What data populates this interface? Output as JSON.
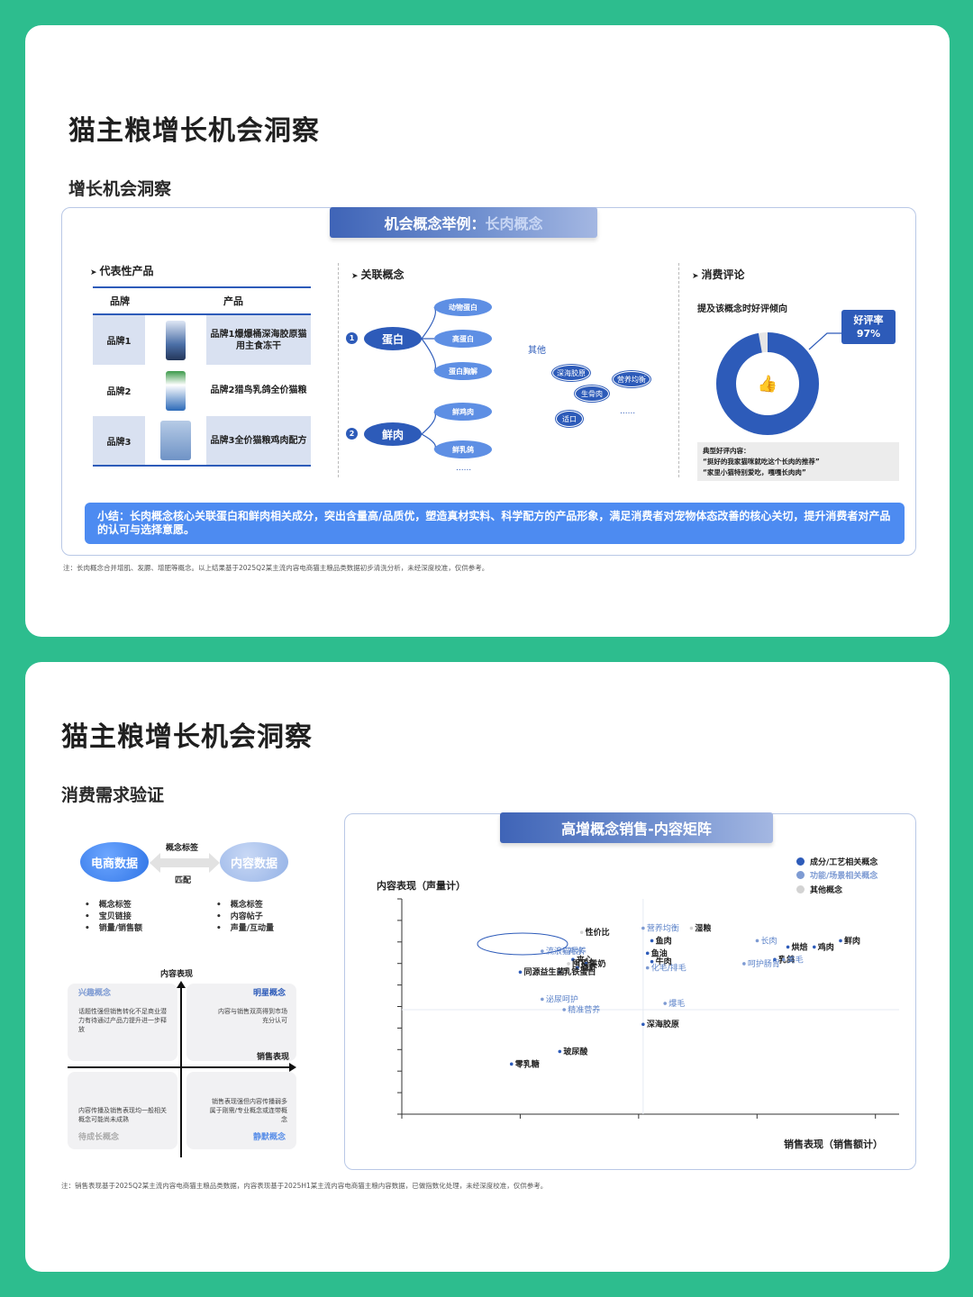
{
  "slide1": {
    "title": "猫主粮增长机会洞察",
    "subtitle": "增长机会洞察",
    "banner_prefix": "机会概念举例：",
    "banner_highlight": "长肉概念",
    "products_section": "代表性产品",
    "table": {
      "headers": [
        "品牌",
        "产品"
      ],
      "rows": [
        {
          "brand": "品牌1",
          "product": "品牌1爆爆桶深海胶原猫用主食冻干"
        },
        {
          "brand": "品牌2",
          "product": "品牌2猎鸟乳鸽全价猫粮"
        },
        {
          "brand": "品牌3",
          "product": "品牌3全价猫粮鸡肉配方"
        }
      ]
    },
    "concepts_section": "关联概念",
    "concepts": {
      "group1": {
        "num": "1",
        "main": "蛋白",
        "subs": [
          "动物蛋白",
          "高蛋白",
          "蛋白胸解"
        ]
      },
      "group2": {
        "num": "2",
        "main": "鲜肉",
        "subs": [
          "鲜鸡肉",
          "鲜乳鸽"
        ],
        "more": "......"
      },
      "other_label": "其他",
      "other_items": [
        "深海胶原",
        "营养均衡",
        "生骨肉",
        "适口"
      ],
      "other_more": "......"
    },
    "reviews_section": "消费评论",
    "review_subtitle": "提及该概念时好评倾向",
    "rating_label": "好评率",
    "rating_value": "97%",
    "rating_fraction": 0.97,
    "typical_title": "典型好评内容：",
    "typical_lines": [
      "“挺好的我家猫咪就吃这个长肉的推荐”",
      "“家里小猫特别爱吃，嘎嘎长肉肉”"
    ],
    "summary": "小结：长肉概念核心关联蛋白和鲜肉相关成分，突出含量高/品质优，塑造真材实料、科学配方的产品形象，满足消费者对宠物体态改善的核心关切，提升消费者对产品的认可与选择意愿。",
    "note": "注：长肉概念合并增肌、发腮、增肥等概念。以上结果基于2025Q2某主流内容电商猫主粮品类数据初步清洗分析，未经深度校准，仅供参考。"
  },
  "slide2": {
    "title": "猫主粮增长机会洞察",
    "subtitle": "消费需求验证",
    "ecom": "电商数据",
    "content": "内容数据",
    "match_top": "概念标签",
    "match_bottom": "匹配",
    "ecom_list": [
      "概念标签",
      "宝贝链接",
      "销量/销售额"
    ],
    "content_list": [
      "概念标签",
      "内容帖子",
      "声量/互动量"
    ],
    "axis_y": "内容表现",
    "axis_x": "销售表现",
    "quadrants": {
      "tl_title": "兴趣概念",
      "tl_text": "话题性强但销售转化不足商业潜力有待通过产品力提升进一步释放",
      "tr_title": "明星概念",
      "tr_text": "内容与销售双高得到市场充分认可",
      "bl_title": "待成长概念",
      "bl_text": "内容传播及销售表现均一般相关概念可能尚未成熟",
      "br_title": "静默概念",
      "br_text": "销售表现强但内容传播弱多属于刚需/专业概念或连带概念"
    },
    "note": "注：销售表现基于2025Q2某主流内容电商猫主粮品类数据，内容表现基于2025H1某主流内容电商猫主粮内容数据，已做指数化处理，未经深度校准，仅供参考。"
  },
  "chart_data": {
    "type": "scatter",
    "title": "高增概念销售-内容矩阵",
    "xlabel": "销售表现（销售额计）",
    "ylabel": "内容表现（声量计）",
    "legend": [
      "成分/工艺相关概念",
      "功能/场景相关概念",
      "其他概念"
    ],
    "legend_position": "top-right",
    "colors": {
      "成分/工艺相关概念": "#2d5bb9",
      "功能/场景相关概念": "#7e9bd3",
      "其他概念": "#d3d3d3"
    },
    "xlim": [
      0,
      1
    ],
    "ylim": [
      0,
      1
    ],
    "points": [
      {
        "label": "性价比",
        "x": 0.41,
        "y": 0.87,
        "category": "其他概念"
      },
      {
        "label": "营养均衡",
        "x": 0.55,
        "y": 0.89,
        "category": "功能/场景相关概念"
      },
      {
        "label": "湿粮",
        "x": 0.66,
        "y": 0.89,
        "category": "其他概念"
      },
      {
        "label": "鱼肉",
        "x": 0.57,
        "y": 0.83,
        "category": "成分/工艺相关概念"
      },
      {
        "label": "长肉",
        "x": 0.81,
        "y": 0.83,
        "category": "功能/场景相关概念"
      },
      {
        "label": "鲜肉",
        "x": 1.0,
        "y": 0.83,
        "category": "成分/工艺相关概念"
      },
      {
        "label": "烘焙",
        "x": 0.88,
        "y": 0.8,
        "category": "成分/工艺相关概念"
      },
      {
        "label": "鸡肉",
        "x": 0.94,
        "y": 0.8,
        "category": "成分/工艺相关概念"
      },
      {
        "label": "流浪猫喂养",
        "x": 0.32,
        "y": 0.78,
        "category": "功能/场景相关概念"
      },
      {
        "label": "补水",
        "x": 0.37,
        "y": 0.78,
        "category": "功能/场景相关概念"
      },
      {
        "label": "鱼油",
        "x": 0.56,
        "y": 0.77,
        "category": "成分/工艺相关概念"
      },
      {
        "label": "夹心",
        "x": 0.39,
        "y": 0.74,
        "category": "成分/工艺相关概念"
      },
      {
        "label": "乳鸽",
        "x": 0.85,
        "y": 0.74,
        "category": "成分/工艺相关概念"
      },
      {
        "label": "美毛",
        "x": 0.87,
        "y": 0.74,
        "category": "功能/场景相关概念"
      },
      {
        "label": "牛肉",
        "x": 0.57,
        "y": 0.73,
        "category": "成分/工艺相关概念"
      },
      {
        "label": "囤货装",
        "x": 0.38,
        "y": 0.72,
        "category": "其他概念"
      },
      {
        "label": "羊奶",
        "x": 0.42,
        "y": 0.72,
        "category": "成分/工艺相关概念"
      },
      {
        "label": "呵护肠胃",
        "x": 0.78,
        "y": 0.72,
        "category": "功能/场景相关概念"
      },
      {
        "label": "化毛/排毛",
        "x": 0.56,
        "y": 0.7,
        "category": "功能/场景相关概念"
      },
      {
        "label": "磷虾",
        "x": 0.4,
        "y": 0.7,
        "category": "成分/工艺相关概念"
      },
      {
        "label": "乳铁蛋白",
        "x": 0.36,
        "y": 0.68,
        "category": "成分/工艺相关概念"
      },
      {
        "label": "同源益生菌",
        "x": 0.27,
        "y": 0.68,
        "category": "成分/工艺相关概念"
      },
      {
        "label": "泌尿呵护",
        "x": 0.32,
        "y": 0.55,
        "category": "功能/场景相关概念"
      },
      {
        "label": "爆毛",
        "x": 0.6,
        "y": 0.53,
        "category": "功能/场景相关概念"
      },
      {
        "label": "精准营养",
        "x": 0.37,
        "y": 0.5,
        "category": "功能/场景相关概念"
      },
      {
        "label": "深海胶原",
        "x": 0.55,
        "y": 0.43,
        "category": "成分/工艺相关概念"
      },
      {
        "label": "玻尿酸",
        "x": 0.36,
        "y": 0.3,
        "category": "成分/工艺相关概念"
      },
      {
        "label": "零乳糖",
        "x": 0.25,
        "y": 0.24,
        "category": "成分/工艺相关概念"
      }
    ]
  }
}
